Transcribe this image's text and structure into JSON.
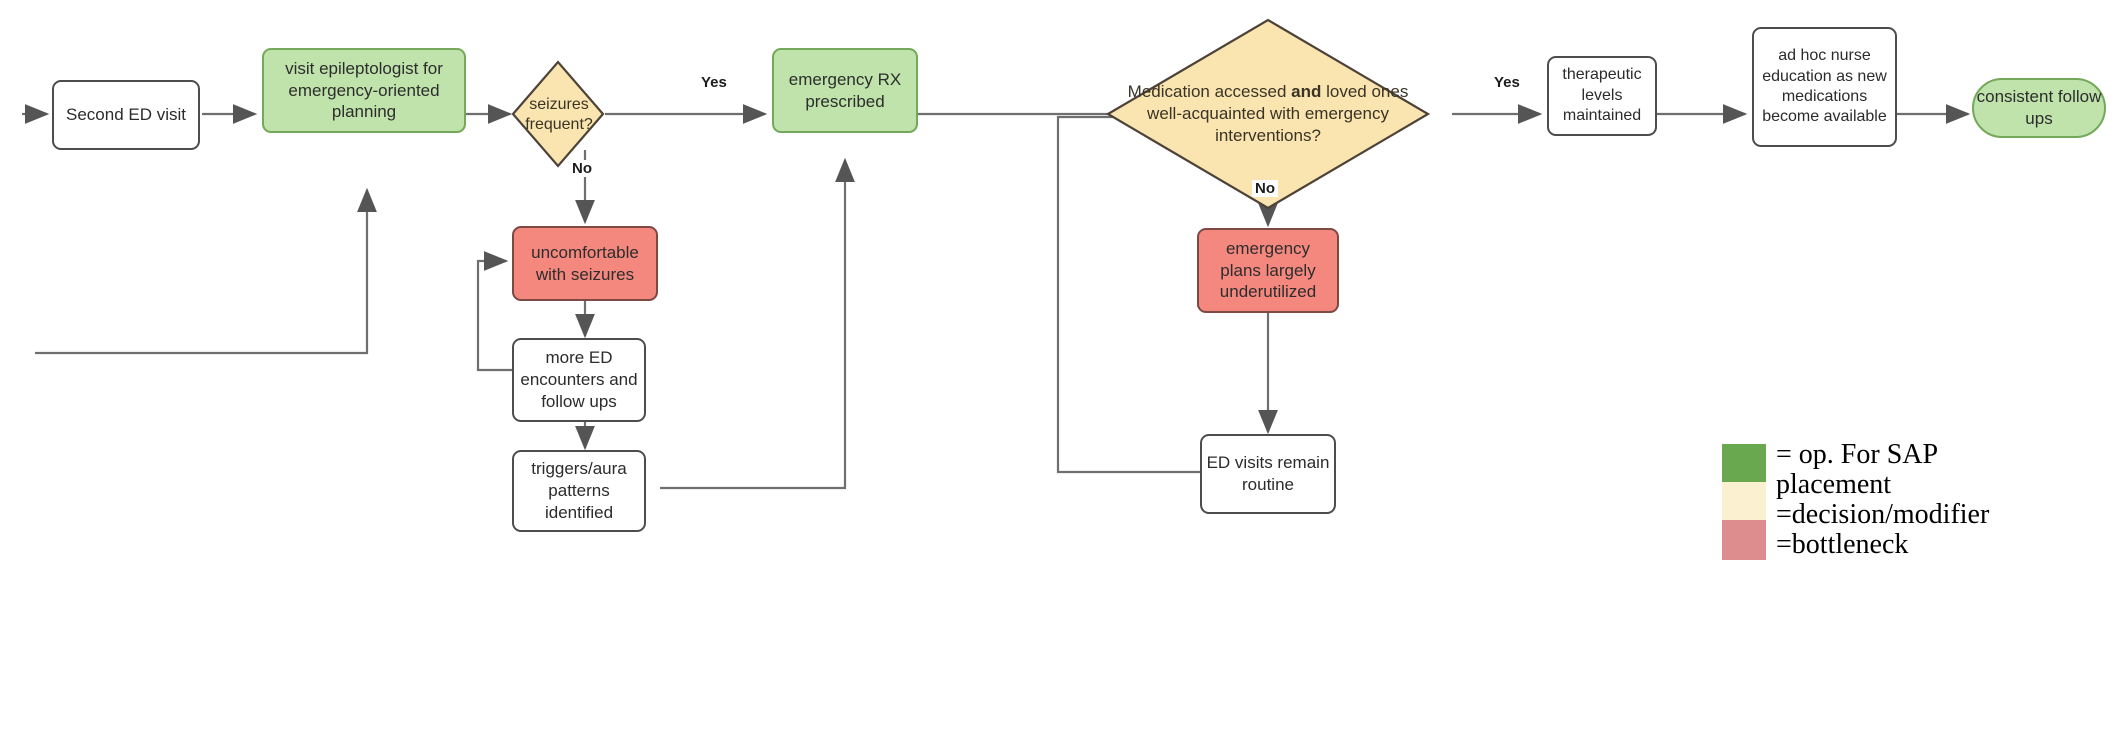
{
  "diagram": {
    "type": "flowchart",
    "title": "",
    "nodes": [
      {
        "id": "second_ed_visit",
        "label": "Second ED visit",
        "shape": "process",
        "color": "#ffffff"
      },
      {
        "id": "visit_epileptologist",
        "label": "visit epileptologist for emergency-oriented planning",
        "shape": "process",
        "color": "#bfe3ab"
      },
      {
        "id": "seizures_frequent",
        "label": "seizures frequent?",
        "shape": "decision",
        "color": "#fae5b0"
      },
      {
        "id": "emergency_rx",
        "label": "emergency RX prescribed",
        "shape": "process",
        "color": "#bfe3ab"
      },
      {
        "id": "medication_accessed",
        "label_parts": [
          "Medication accessed ",
          "and",
          " loved ones well-acquainted with emergency interventions?"
        ],
        "label": "Medication accessed and loved ones well-acquainted with emergency interventions?",
        "shape": "decision",
        "color": "#fae5b0"
      },
      {
        "id": "therapeutic_levels",
        "label": "therapeutic levels maintained",
        "shape": "process",
        "color": "#ffffff"
      },
      {
        "id": "ad_hoc_nurse",
        "label": "ad hoc nurse education as new medications become available",
        "shape": "process",
        "color": "#ffffff"
      },
      {
        "id": "consistent_follow_ups",
        "label": "consistent follow ups",
        "shape": "terminator",
        "color": "#bfe3ab"
      },
      {
        "id": "uncomfortable",
        "label": "uncomfortable with seizures",
        "shape": "process",
        "color": "#f4887f"
      },
      {
        "id": "more_ed_encounters",
        "label": "more ED encounters and follow ups",
        "shape": "process",
        "color": "#ffffff"
      },
      {
        "id": "triggers_aura",
        "label": "triggers/aura patterns identified",
        "shape": "process",
        "color": "#ffffff"
      },
      {
        "id": "emergency_plans",
        "label": "emergency plans largely underutilized",
        "shape": "process",
        "color": "#f4887f"
      },
      {
        "id": "ed_visits_routine",
        "label": "ED visits remain routine",
        "shape": "process",
        "color": "#ffffff"
      }
    ],
    "edge_labels": {
      "seizures_yes": "Yes",
      "seizures_no": "No",
      "medication_yes": "Yes",
      "medication_no": "No"
    }
  },
  "legend": {
    "swatches": [
      {
        "name": "green-swatch",
        "color": "#6aa84f"
      },
      {
        "name": "cream-swatch",
        "color": "#fbf0d0"
      },
      {
        "name": "rose-swatch",
        "color": "#dd8d8d"
      }
    ],
    "lines": [
      "= op. For SAP",
      "placement",
      "=decision/modifier",
      "=bottleneck"
    ]
  }
}
